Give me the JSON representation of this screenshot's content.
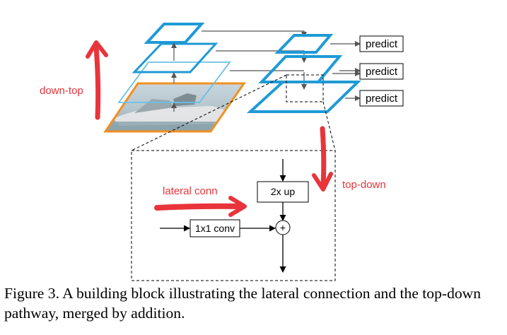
{
  "diagram": {
    "labels": {
      "predict": [
        "predict",
        "predict",
        "predict"
      ],
      "down_top": "down-top",
      "top_down": "top-down",
      "lateral_conn": "lateral conn",
      "upsample_box": "2x up",
      "conv_box": "1x1 conv",
      "plus_symbol": "+"
    },
    "colors": {
      "pyramid_blue": "#1f9ad6",
      "pyramid_light_blue": "#6cc0e6",
      "image_frame_orange": "#f29021",
      "annotation_red": "#e8343a",
      "line_gray": "#555555",
      "line_black": "#000000"
    },
    "photo_subject": "boat on water"
  },
  "caption": {
    "text": "Figure 3. A building block illustrating the lateral connection and the top-down pathway, merged by addition."
  }
}
